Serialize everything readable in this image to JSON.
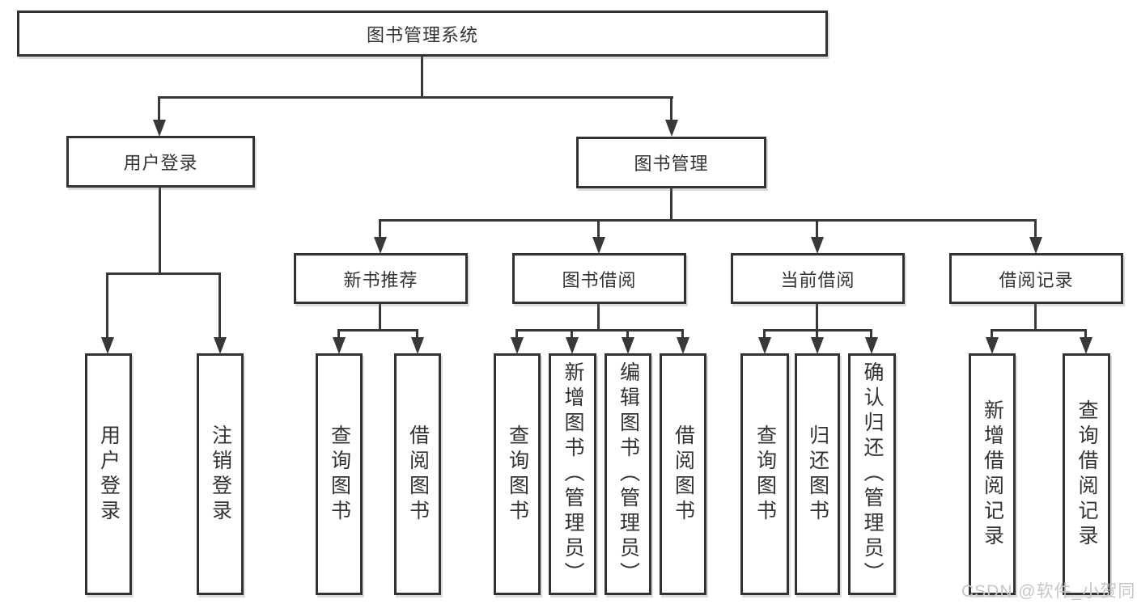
{
  "tree": {
    "label": "图书管理系统",
    "children": [
      {
        "label": "用户登录",
        "children": [
          {
            "label": "用户登录"
          },
          {
            "label": "注销登录"
          }
        ]
      },
      {
        "label": "图书管理",
        "children": [
          {
            "label": "新书推荐",
            "children": [
              {
                "label": "查询图书"
              },
              {
                "label": "借阅图书"
              }
            ]
          },
          {
            "label": "图书借阅",
            "children": [
              {
                "label": "查询图书"
              },
              {
                "label": "新增图书（管理员）"
              },
              {
                "label": "编辑图书（管理员）"
              },
              {
                "label": "借阅图书"
              }
            ]
          },
          {
            "label": "当前借阅",
            "children": [
              {
                "label": "查询图书"
              },
              {
                "label": "归还图书"
              },
              {
                "label": "确认归还（管理员）"
              }
            ]
          },
          {
            "label": "借阅记录",
            "children": [
              {
                "label": "新增借阅记录"
              },
              {
                "label": "查询借阅记录"
              }
            ]
          }
        ]
      }
    ]
  },
  "watermark": "CSDN @软件_小贺同学",
  "colors": {
    "line": "#383838",
    "box_border": "#333333",
    "text": "#333333",
    "watermark": "#c6c6c6",
    "background": "#ffffff"
  }
}
